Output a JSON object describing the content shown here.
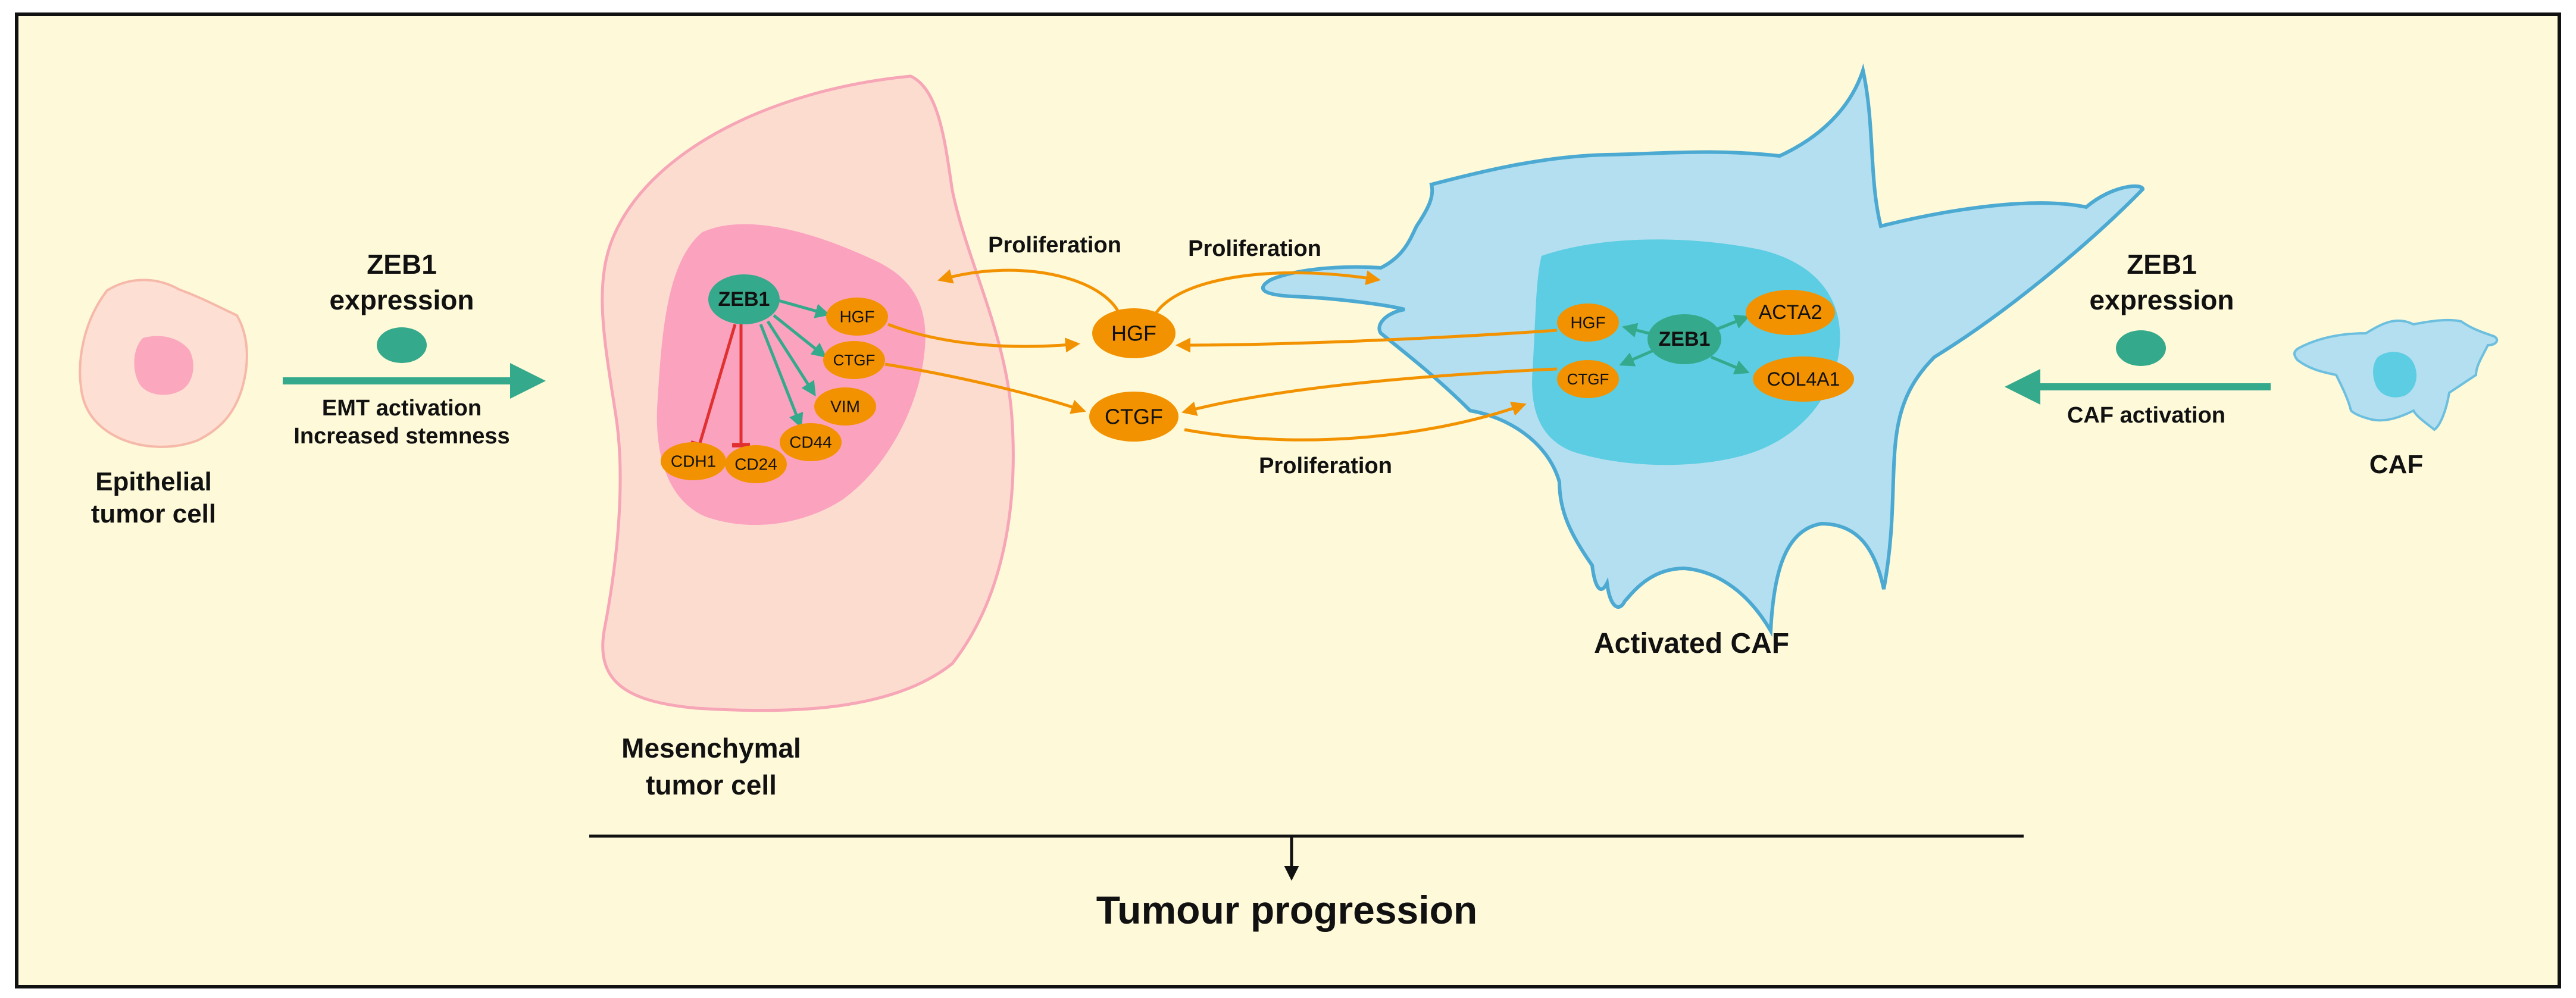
{
  "colors": {
    "background": "#fdf9d9",
    "border": "#111111",
    "zeb1": "#35a98b",
    "orange_node": "#f39200",
    "tumor_cell": "#fde0d3",
    "tumor_nucleus": "#fba7bd",
    "caf_cell": "#b2dff0",
    "caf_nucleus": "#5bcfe3",
    "inhibit": "#e03030",
    "activate": "#35a98b",
    "signal": "#f39200"
  },
  "left": {
    "cell_label_1": "Epithelial",
    "cell_label_2": "tumor cell",
    "zeb1_title_1": "ZEB1",
    "zeb1_title_2": "expression",
    "arrow_caption_1": "EMT activation",
    "arrow_caption_2": "Increased stemness"
  },
  "tumor": {
    "label_1": "Mesenchymal",
    "label_2": "tumor cell",
    "zeb1": "ZEB1",
    "hgf": "HGF",
    "ctgf": "CTGF",
    "vim": "VIM",
    "cd44": "CD44",
    "cdh1": "CDH1",
    "cd24": "CD24"
  },
  "middle": {
    "hgf": "HGF",
    "ctgf": "CTGF",
    "proliferation_left": "Proliferation",
    "proliferation_right": "Proliferation",
    "proliferation_bottom": "Proliferation"
  },
  "caf": {
    "label": "Activated CAF",
    "zeb1": "ZEB1",
    "hgf": "HGF",
    "ctgf": "CTGF",
    "acta2": "ACTA2",
    "col4a1": "COL4A1"
  },
  "right": {
    "zeb1_title_1": "ZEB1",
    "zeb1_title_2": "expression",
    "arrow_caption": "CAF activation",
    "cell_label": "CAF"
  },
  "bottom": {
    "outcome": "Tumour progression"
  }
}
